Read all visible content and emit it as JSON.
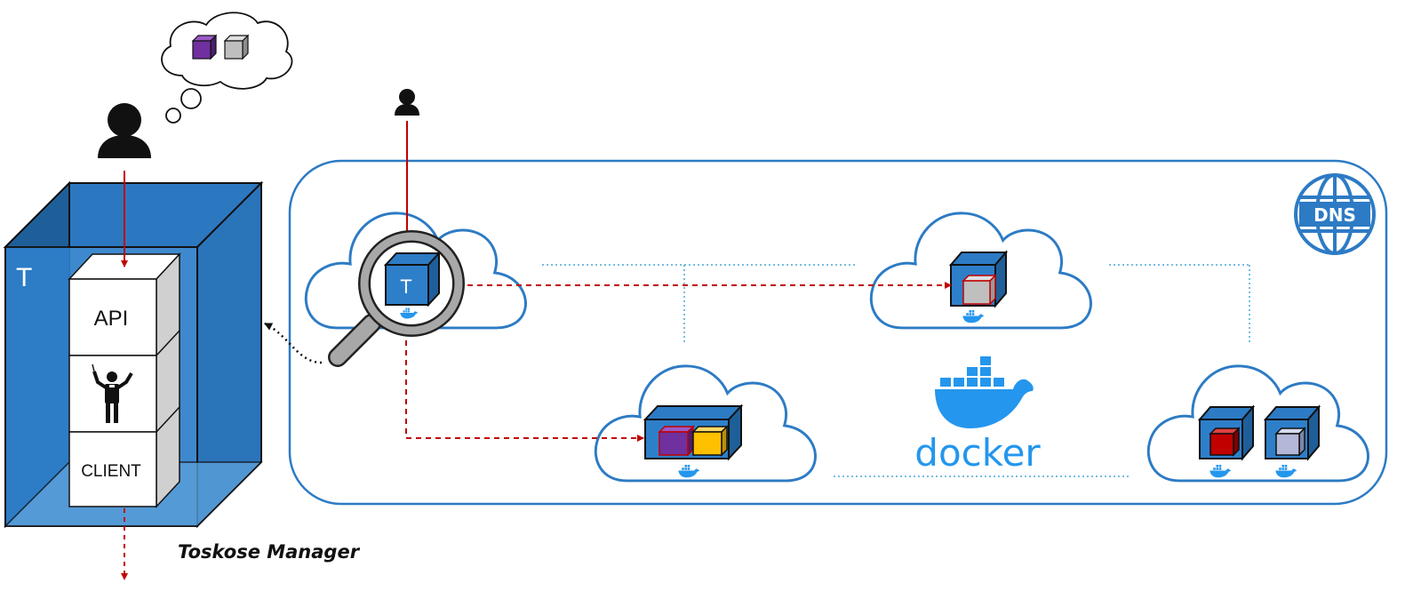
{
  "manager": {
    "logo_letter": "T",
    "layers": {
      "api": "API",
      "client": "CLIENT"
    },
    "title": "Toskose Manager"
  },
  "inspector": {
    "container_letter": "T"
  },
  "dns": {
    "label": "DNS"
  },
  "docker": {
    "wordmark": "docker"
  },
  "colors": {
    "blue_dark": "#1f5f99",
    "blue_main": "#2d7bc4",
    "blue_light": "#5a9fd8",
    "docker_blue": "#2496ed",
    "arrow_red": "#c00000",
    "cube_purple": "#7030a0",
    "cube_gray": "#bfbfbf",
    "cube_yellow": "#ffc000",
    "cube_red": "#c00000",
    "cube_lavender": "#b4b8d8"
  },
  "icons": [
    "person-icon",
    "thought-bubble-icon",
    "magnifier-icon",
    "dns-globe-icon",
    "docker-whale-icon",
    "conductor-icon",
    "cloud-icon",
    "cube-icon"
  ]
}
